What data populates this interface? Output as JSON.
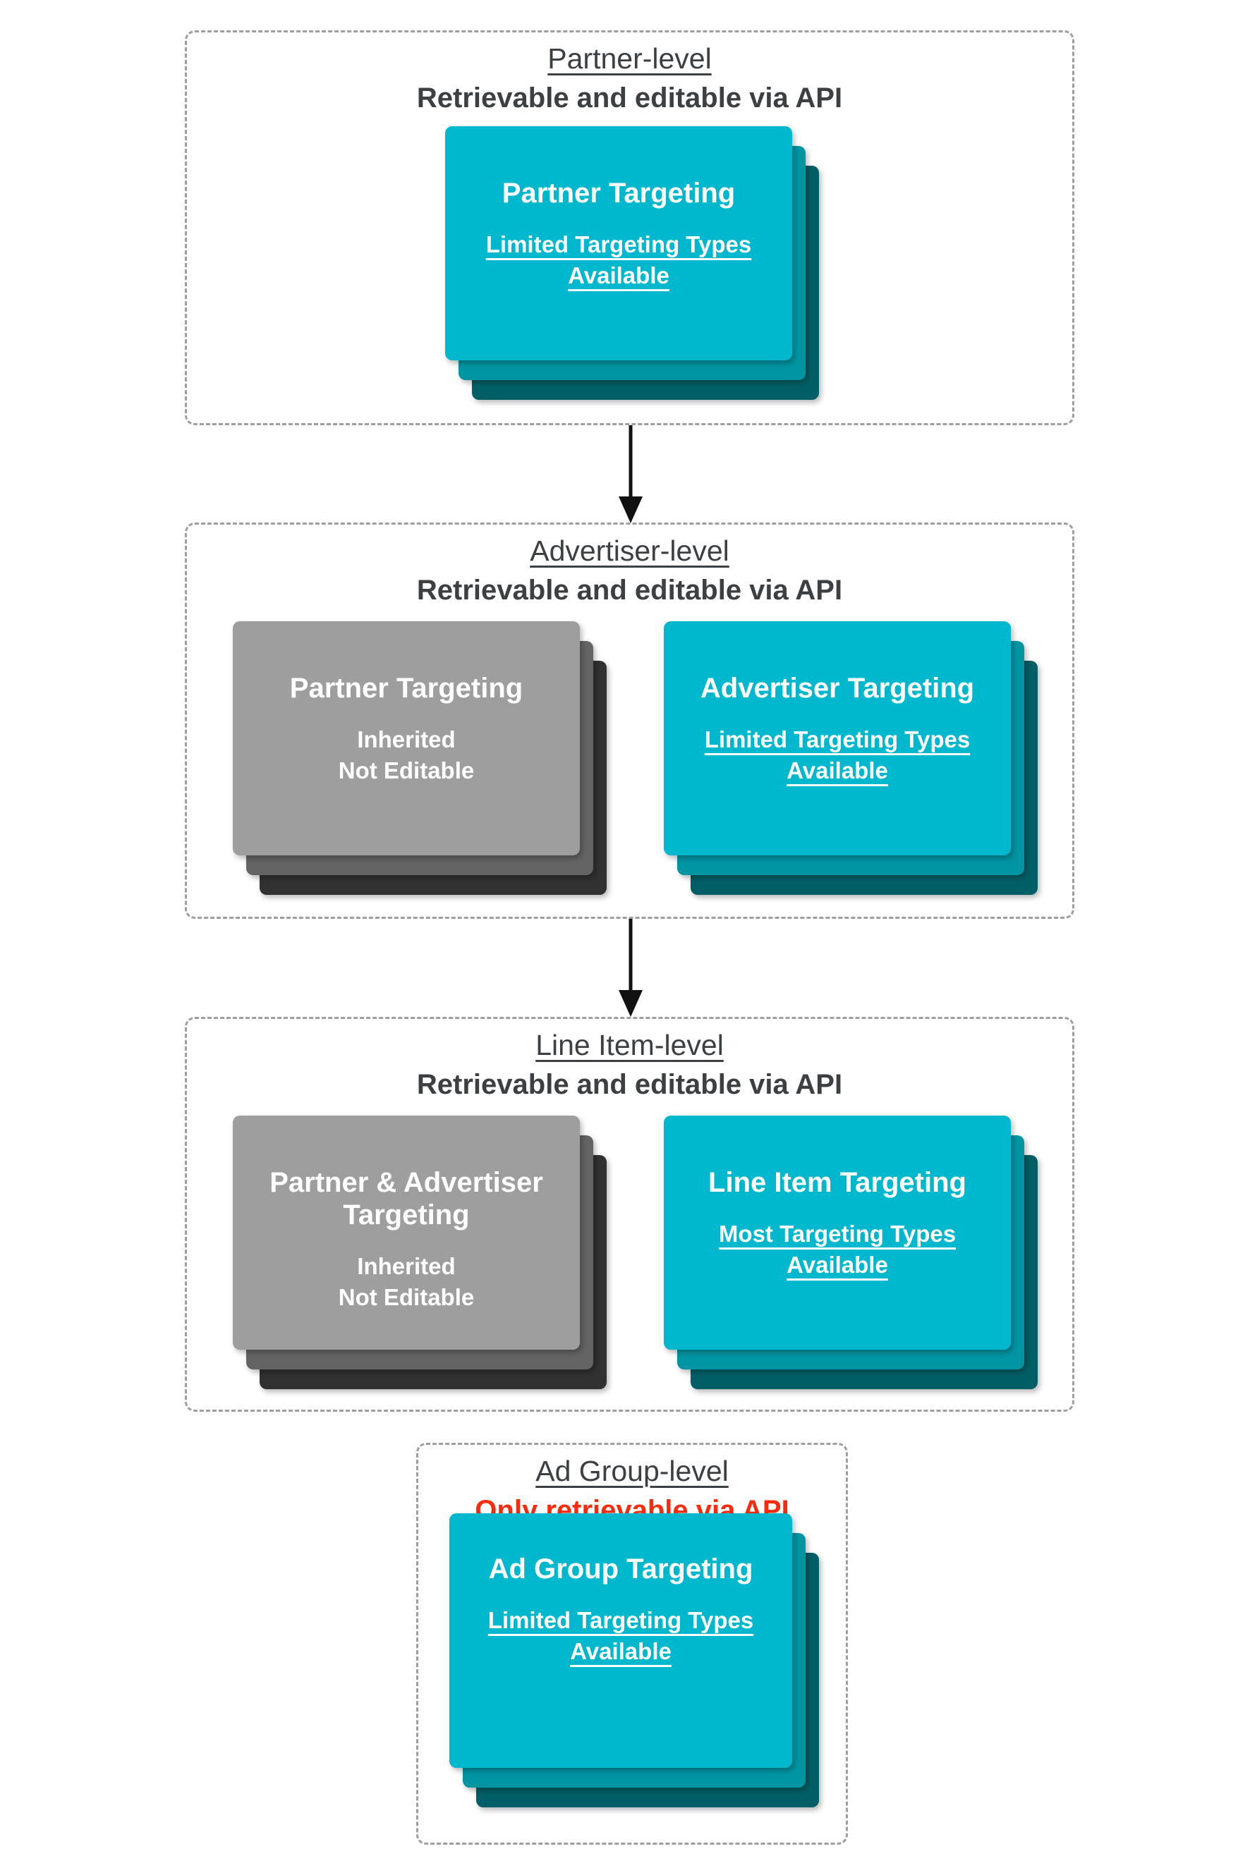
{
  "colors": {
    "teal_front": "#00B8CD",
    "teal_mid": "#0095A3",
    "teal_back": "#005F66",
    "gray_front": "#9E9E9E",
    "gray_mid": "#646464",
    "gray_back": "#313131",
    "heading": "#3C4043",
    "red": "#F92B0E",
    "dash_border": "#9E9E9E",
    "arrow": "#111111",
    "card_text": "#FFFFFF",
    "page_bg": "#FFFFFF"
  },
  "sections": [
    {
      "id": "partner-level",
      "title": "Partner-level",
      "subtitle": "Retrievable and editable via API",
      "cards": [
        {
          "variant": "teal",
          "title": "Partner Targeting",
          "lines": [
            "Limited Targeting Types",
            "Available"
          ],
          "underlined": true
        }
      ]
    },
    {
      "id": "advertiser-level",
      "title": "Advertiser-level",
      "subtitle": "Retrievable and editable via API",
      "cards": [
        {
          "variant": "gray",
          "title": "Partner Targeting",
          "lines": [
            "Inherited",
            "Not Editable"
          ],
          "underlined": false
        },
        {
          "variant": "teal",
          "title": "Advertiser Targeting",
          "lines": [
            "Limited Targeting Types",
            "Available"
          ],
          "underlined": true
        }
      ]
    },
    {
      "id": "line-item-level",
      "title": "Line Item-level",
      "subtitle": "Retrievable and editable via API",
      "cards": [
        {
          "variant": "gray",
          "title": "Partner & Advertiser Targeting",
          "lines": [
            "Inherited",
            "Not Editable"
          ],
          "underlined": false
        },
        {
          "variant": "teal",
          "title": "Line Item Targeting",
          "lines": [
            "Most Targeting Types",
            "Available"
          ],
          "underlined": true
        }
      ]
    },
    {
      "id": "ad-group-level",
      "title": "Ad Group-level",
      "subtitle": "Only retrievable via API",
      "subtitle_red": true,
      "cards": [
        {
          "variant": "teal",
          "title": "Ad Group Targeting",
          "lines": [
            "Limited Targeting Types",
            "Available"
          ],
          "underlined": true
        }
      ]
    }
  ]
}
